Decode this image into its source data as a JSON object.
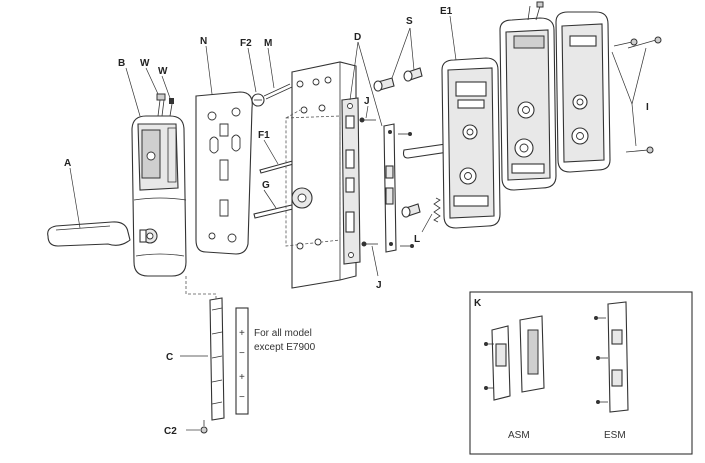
{
  "labels": {
    "A": "A",
    "B": "B",
    "W1": "W",
    "W2": "W",
    "N": "N",
    "F2": "F2",
    "M": "M",
    "F1": "F1",
    "G": "G",
    "D": "D",
    "J1": "J",
    "J2": "J",
    "S": "S",
    "E1": "E1",
    "L": "L",
    "I": "I",
    "C": "C",
    "C2": "C2",
    "K": "K"
  },
  "note": {
    "line1": "For all model",
    "line2": "except E7900"
  },
  "inset": {
    "asm": "ASM",
    "esm": "ESM"
  }
}
